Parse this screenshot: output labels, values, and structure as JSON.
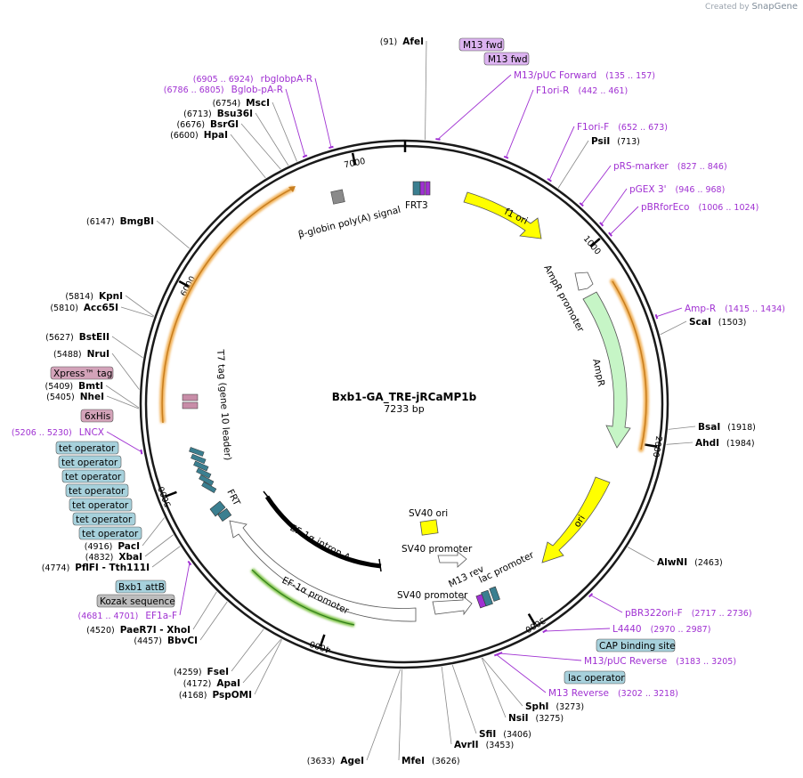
{
  "branding": {
    "prefix": "Created by",
    "name": "SnapGene"
  },
  "plasmid": {
    "name": "Bxb1-GA_TRE-jRCaMP1b",
    "size_label": "7233 bp",
    "length": 7233
  },
  "ticks": [
    {
      "label": "1000",
      "bp": 1000
    },
    {
      "label": "2000",
      "bp": 2000
    },
    {
      "label": "3000",
      "bp": 3000
    },
    {
      "label": "4000",
      "bp": 4000
    },
    {
      "label": "5000",
      "bp": 5000
    },
    {
      "label": "6000",
      "bp": 6000
    },
    {
      "label": "7000",
      "bp": 7000
    }
  ],
  "sites": [
    {
      "name": "AfeI",
      "pos": "(91)",
      "bp": 91,
      "side": "L"
    },
    {
      "name": "PsiI",
      "pos": "(713)",
      "bp": 713,
      "side": "R"
    },
    {
      "name": "ScaI",
      "pos": "(1503)",
      "bp": 1503,
      "side": "R"
    },
    {
      "name": "BsaI",
      "pos": "(1918)",
      "bp": 1918,
      "side": "R"
    },
    {
      "name": "AhdI",
      "pos": "(1984)",
      "bp": 1984,
      "side": "R"
    },
    {
      "name": "AlwNI",
      "pos": "(2463)",
      "bp": 2463,
      "side": "R"
    },
    {
      "name": "SphI",
      "pos": "(3273)",
      "bp": 3273,
      "side": "R"
    },
    {
      "name": "NsiI",
      "pos": "(3275)",
      "bp": 3275,
      "side": "R"
    },
    {
      "name": "SfiI",
      "pos": "(3406)",
      "bp": 3406,
      "side": "R"
    },
    {
      "name": "AvrII",
      "pos": "(3453)",
      "bp": 3453,
      "side": "R"
    },
    {
      "name": "MfeI",
      "pos": "(3626)",
      "bp": 3626,
      "side": "R"
    },
    {
      "name": "AgeI",
      "pos": "(3633)",
      "bp": 3633,
      "side": "L"
    },
    {
      "name": "PspOMI",
      "pos": "(4168)",
      "bp": 4168,
      "side": "L"
    },
    {
      "name": "ApaI",
      "pos": "(4172)",
      "bp": 4172,
      "side": "L"
    },
    {
      "name": "FseI",
      "pos": "(4259)",
      "bp": 4259,
      "side": "L"
    },
    {
      "name": "BbvCI",
      "pos": "(4457)",
      "bp": 4457,
      "side": "L"
    },
    {
      "name": "PaeR7I - XhoI",
      "pos": "(4520)",
      "bp": 4520,
      "side": "L"
    },
    {
      "name": "PflFI - Tth111I",
      "pos": "(4774)",
      "bp": 4774,
      "side": "L"
    },
    {
      "name": "XbaI",
      "pos": "(4832)",
      "bp": 4832,
      "side": "L"
    },
    {
      "name": "PacI",
      "pos": "(4916)",
      "bp": 4916,
      "side": "L"
    },
    {
      "name": "NheI",
      "pos": "(5405)",
      "bp": 5405,
      "side": "L"
    },
    {
      "name": "BmtI",
      "pos": "(5409)",
      "bp": 5409,
      "side": "L"
    },
    {
      "name": "NruI",
      "pos": "(5488)",
      "bp": 5488,
      "side": "L"
    },
    {
      "name": "BstEII",
      "pos": "(5627)",
      "bp": 5627,
      "side": "L"
    },
    {
      "name": "Acc65I",
      "pos": "(5810)",
      "bp": 5810,
      "side": "L"
    },
    {
      "name": "KpnI",
      "pos": "(5814)",
      "bp": 5814,
      "side": "L"
    },
    {
      "name": "BmgBI",
      "pos": "(6147)",
      "bp": 6147,
      "side": "L"
    },
    {
      "name": "HpaI",
      "pos": "(6600)",
      "bp": 6600,
      "side": "L"
    },
    {
      "name": "BsrGI",
      "pos": "(6676)",
      "bp": 6676,
      "side": "L"
    },
    {
      "name": "Bsu36I",
      "pos": "(6713)",
      "bp": 6713,
      "side": "L"
    },
    {
      "name": "MscI",
      "pos": "(6754)",
      "bp": 6754,
      "side": "L"
    }
  ],
  "primers": [
    {
      "name": "M13/pUC Forward",
      "range": "(135 .. 157)",
      "bp": 146,
      "side": "R"
    },
    {
      "name": "F1ori-R",
      "range": "(442 .. 461)",
      "bp": 451,
      "side": "R"
    },
    {
      "name": "F1ori-F",
      "range": "(652 .. 673)",
      "bp": 662,
      "side": "R"
    },
    {
      "name": "pRS-marker",
      "range": "(827 .. 846)",
      "bp": 836,
      "side": "R"
    },
    {
      "name": "pGEX 3'",
      "range": "(946 .. 968)",
      "bp": 957,
      "side": "R"
    },
    {
      "name": "pBRforEco",
      "range": "(1006 .. 1024)",
      "bp": 1015,
      "side": "R"
    },
    {
      "name": "Amp-R",
      "range": "(1415 .. 1434)",
      "bp": 1424,
      "side": "R"
    },
    {
      "name": "pBR322ori-F",
      "range": "(2717 .. 2736)",
      "bp": 2726,
      "side": "R"
    },
    {
      "name": "L4440",
      "range": "(2970 .. 2987)",
      "bp": 2978,
      "side": "R"
    },
    {
      "name": "M13/pUC Reverse",
      "range": "(3183 .. 3205)",
      "bp": 3194,
      "side": "R"
    },
    {
      "name": "M13 Reverse",
      "range": "(3202 .. 3218)",
      "bp": 3210,
      "side": "R"
    },
    {
      "name": "EF1a-F",
      "range": "(4681 .. 4701)",
      "bp": 4691,
      "side": "L"
    },
    {
      "name": "LNCX",
      "range": "(5206 .. 5230)",
      "bp": 5218,
      "side": "L"
    },
    {
      "name": "Bglob-pA-R",
      "range": "(6786 .. 6805)",
      "bp": 6795,
      "side": "L"
    },
    {
      "name": "rbglobpA-R",
      "range": "(6905 .. 6924)",
      "bp": 6914,
      "side": "L"
    }
  ],
  "boxed_labels": [
    {
      "text": "M13 fwd",
      "kind": "primer"
    },
    {
      "text": "M13 fwd",
      "kind": "primer"
    },
    {
      "text": "CAP binding site",
      "kind": "teal"
    },
    {
      "text": "lac operator",
      "kind": "teal"
    },
    {
      "text": "Xpress™ tag",
      "kind": "pink"
    },
    {
      "text": "6xHis",
      "kind": "pink"
    },
    {
      "text": "tet operator",
      "kind": "teal"
    },
    {
      "text": "tet operator",
      "kind": "teal"
    },
    {
      "text": "tet operator",
      "kind": "teal"
    },
    {
      "text": "tet operator",
      "kind": "teal"
    },
    {
      "text": "tet operator",
      "kind": "teal"
    },
    {
      "text": "tet operator",
      "kind": "teal"
    },
    {
      "text": "tet operator",
      "kind": "teal"
    },
    {
      "text": "Bxb1 attB",
      "kind": "teal"
    },
    {
      "text": "Kozak sequence",
      "kind": "gray"
    }
  ],
  "features": [
    {
      "label": "f1 ori",
      "color": "#ffff00"
    },
    {
      "label": "AmpR promoter",
      "color": "#ffffff"
    },
    {
      "label": "AmpR",
      "color": "#c6f5c6"
    },
    {
      "label": "ori",
      "color": "#ffff00"
    },
    {
      "label": "lac promoter",
      "color": "#ffffff"
    },
    {
      "label": "M13 rev",
      "color": "#a031d2"
    },
    {
      "label": "lac",
      "color": "#3b7f90"
    },
    {
      "label": "CAP",
      "color": "#3b7f90"
    },
    {
      "label": "SV40 promoter",
      "color": "#ffffff"
    },
    {
      "label": "SV40 promoter",
      "color": "#ffffff"
    },
    {
      "label": "SV40 ori",
      "color": "#ffff00"
    },
    {
      "label": "EF-1α intron A",
      "color": "#000000"
    },
    {
      "label": "EF-1α promoter",
      "color": "#ffffff"
    },
    {
      "label": "FRT",
      "color": "#3b7f90"
    },
    {
      "label": "T7 tag (gene 10 leader)",
      "color": "#c88da8"
    },
    {
      "label": "β-globin poly(A) signal",
      "color": "#8a8a8a"
    },
    {
      "label": "FRT3",
      "color": "#3b7f90"
    }
  ],
  "colors": {
    "primer": "#a031d2",
    "teal_box": "#a7d1dc",
    "pink_box": "#d3a3b9",
    "gray_box": "#bdbdbd",
    "primer_box": "#dcb3f0",
    "orange_glow": "#f2b35b",
    "green_glow": "#7cc242"
  }
}
